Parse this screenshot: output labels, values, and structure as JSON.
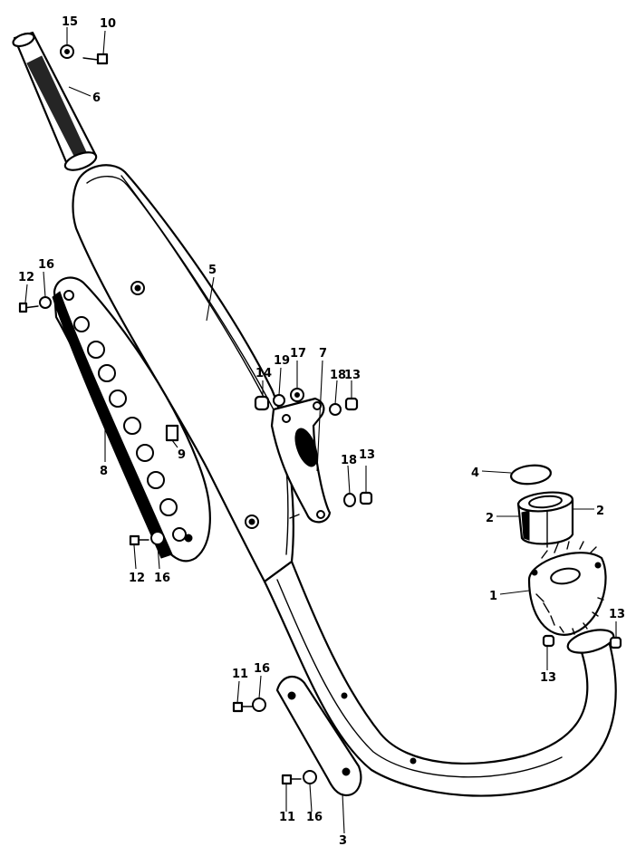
{
  "callouts": {
    "c1": "1",
    "c2a": "2",
    "c2b": "2",
    "c3": "3",
    "c4": "4",
    "c5": "5",
    "c6": "6",
    "c7": "7",
    "c8": "8",
    "c9": "9",
    "c10": "10",
    "c11a": "11",
    "c11b": "11",
    "c12a": "12",
    "c12b": "12",
    "c13a": "13",
    "c13b": "13",
    "c13c": "13",
    "c13d": "13",
    "c14": "14",
    "c15": "15",
    "c16a": "16",
    "c16b": "16",
    "c16c": "16",
    "c16d": "16",
    "c17": "17",
    "c18a": "18",
    "c18b": "18",
    "c19": "19"
  }
}
